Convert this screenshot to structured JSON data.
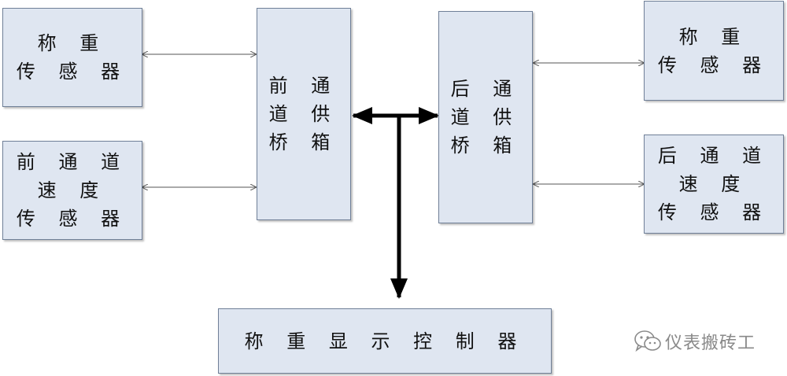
{
  "boxes": {
    "left_top": "称 重\n传 感 器",
    "left_bottom": "前 通 道\n速 度\n传 感 器",
    "front_bridge": "前 通\n道 供\n桥 箱",
    "rear_bridge": "后 通\n道 供\n桥 箱",
    "right_top": "称 重\n传 感 器",
    "right_bottom": "后 通 道\n速 度\n传 感 器",
    "display": "称 重 显 示 控 制 器"
  },
  "watermark": {
    "icon": "wechat-icon",
    "text": "仪表搬砖工"
  },
  "colors": {
    "box_fill": "#dfe6f1",
    "box_border": "#6f7f97",
    "thick_line": "#000000",
    "thin_line": "#555555"
  }
}
